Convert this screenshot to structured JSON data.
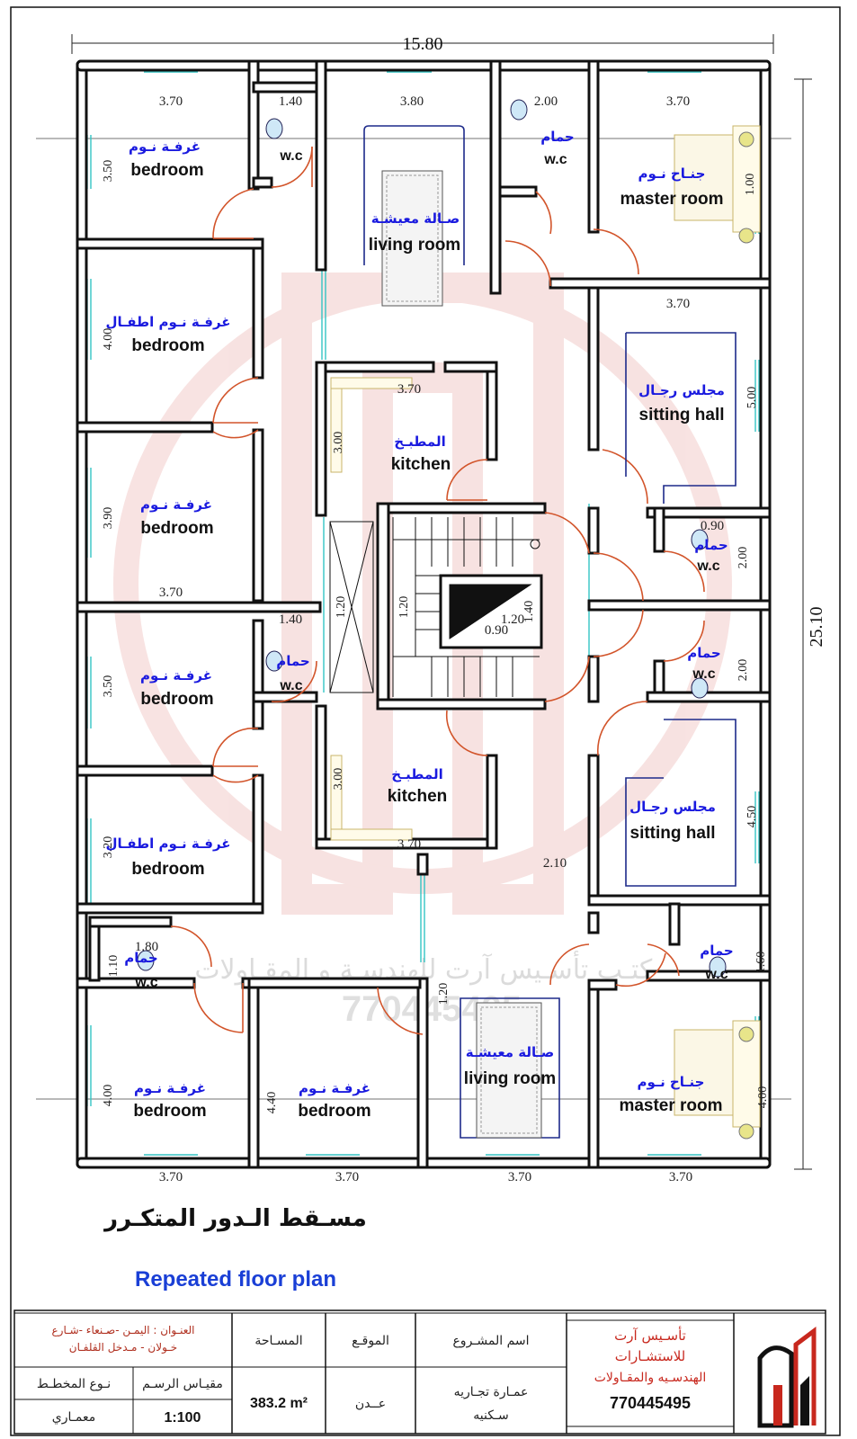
{
  "plan": {
    "overall_width": "15.80",
    "overall_height": "25.10",
    "title_ar": "مسـقط الـدور المتكـرر",
    "title_en": "Repeated floor plan",
    "watermark_text": "مكتـب تأسـيس آرت للهندسـة و المقـاولات",
    "watermark_phone": "770445495"
  },
  "rooms": {
    "bed_tl": {
      "ar": "غرفـة نـوم",
      "en": "bedroom"
    },
    "wc_tl": {
      "en": "w.c"
    },
    "living_top": {
      "ar": "صـالة معيشـة",
      "en": "living room"
    },
    "wc_tr": {
      "ar": "حمام",
      "en": "w.c"
    },
    "master_top": {
      "ar": "جنـاح نـوم",
      "en": "master room"
    },
    "kids_l1": {
      "ar": "غرفـة نـوم اطفـال",
      "en": "bedroom"
    },
    "kitchen_top": {
      "ar": "المطبـخ",
      "en": "kitchen"
    },
    "sitting_top": {
      "ar": "مجلس رجـال",
      "en": "sitting hall"
    },
    "bed_l2": {
      "ar": "غرفـة نـوم",
      "en": "bedroom"
    },
    "wc_r1": {
      "ar": "حمام",
      "en": "w.c"
    },
    "wc_r2": {
      "ar": "حمام",
      "en": "w.c"
    },
    "bed_l3": {
      "ar": "غرفـة نـوم",
      "en": "bedroom"
    },
    "wc_ml": {
      "ar": "حمام",
      "en": "w.c"
    },
    "kitchen_bot": {
      "ar": "المطبـخ",
      "en": "kitchen"
    },
    "sitting_bot": {
      "ar": "مجلس رجـال",
      "en": "sitting hall"
    },
    "kids_l4": {
      "ar": "غرفـة نـوم اطفـال",
      "en": "bedroom"
    },
    "wc_bl": {
      "ar": "حمام",
      "en": "w.c"
    },
    "wc_br": {
      "ar": "حمام",
      "en": "w.c"
    },
    "bed_bl": {
      "ar": "غرفـة نـوم",
      "en": "bedroom"
    },
    "bed_bm": {
      "ar": "غرفـة نـوم",
      "en": "bedroom"
    },
    "living_bot": {
      "ar": "صـالة معيشـة",
      "en": "living room"
    },
    "master_bot": {
      "ar": "جنـاح نـوم",
      "en": "master room"
    }
  },
  "dims": {
    "d370a": "3.70",
    "d140a": "1.40",
    "d380": "3.80",
    "d200a": "2.00",
    "d370b": "3.70",
    "d350a": "3.50",
    "d100": "1.00",
    "d370c": "3.70",
    "d400a": "4.00",
    "d370d": "3.70",
    "d300a": "3.00",
    "d500": "5.00",
    "d390": "3.90",
    "d090": "0.90",
    "d200b": "2.00",
    "d370e": "3.70",
    "d140b": "1.40",
    "d120a": "1.20",
    "d120b": "1.20",
    "d140c": "1.40",
    "d120c": "1.20",
    "d090b": "0.90",
    "d350b": "3.50",
    "d200c": "2.00",
    "d300b": "3.00",
    "d450": "4.50",
    "d370f": "3.70",
    "d320": "3.20",
    "d210": "2.10",
    "d180": "1.80",
    "d110": "1.10",
    "d160": "1.60",
    "d120d": "1.20",
    "d400b": "4.00",
    "d440": "4.40",
    "d400c": "4.00",
    "d370g": "3.70",
    "d370h": "3.70",
    "d370i": "3.70",
    "d370j": "3.70"
  },
  "title_block": {
    "address_label": "العنـوان : اليمـن -صـنعاء -شـارع",
    "address_value": "خـولان - مـدخل القلفـان",
    "plan_type_label": "نـوع المخطـط",
    "plan_type_value": "معمـاري",
    "scale_label": "مقيـاس الرسـم",
    "scale_value": "1:100",
    "area_label": "المسـاحة",
    "area_value": "383.2 m²",
    "site_label": "الموقـع",
    "site_value": "عــدن",
    "project_label": "اسم المشـروع",
    "project_value_1": "عمـارة تجـاريه",
    "project_value_2": "سـكنيه",
    "company_1": "تأسـيس آرت",
    "company_2": "للاستشـارات",
    "company_3": "الهندسـيه والمقـاولات",
    "company_phone": "770445495"
  },
  "colors": {
    "wall": "#111111",
    "door": "#d2542a",
    "window": "#33c4c4",
    "arabic_text": "#1a1adf",
    "title_en": "#1a3fd6",
    "logo_red": "#c8281e"
  }
}
